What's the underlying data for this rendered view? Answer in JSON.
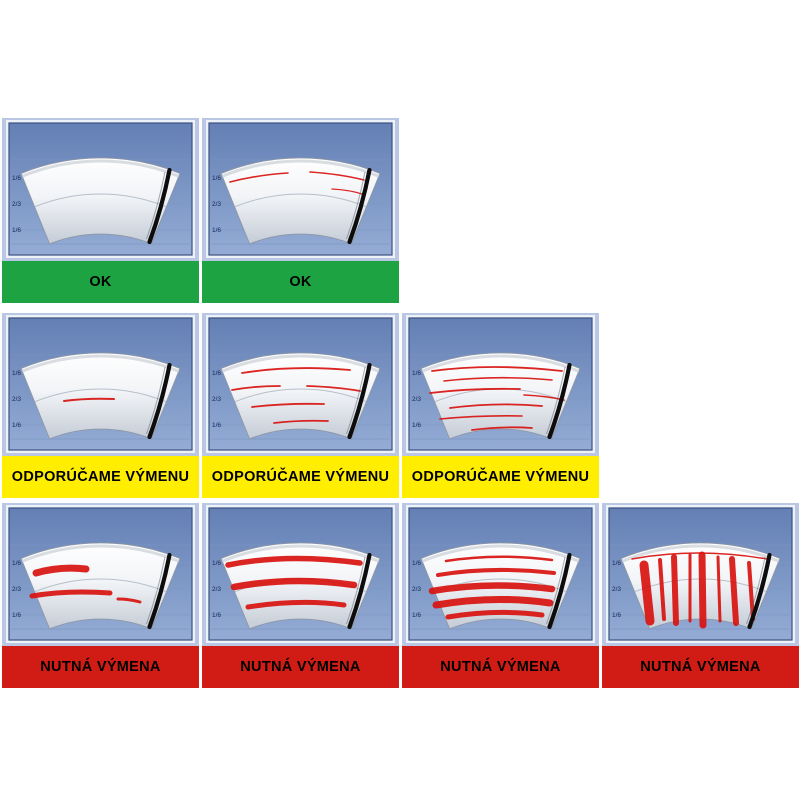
{
  "chart_title": "",
  "scale_labels": [
    "1/6",
    "2/3",
    "1/6"
  ],
  "statuses": {
    "ok": {
      "label": "OK",
      "color": "#1ea342"
    },
    "recommend": {
      "label": "ODPORÚČAME VÝMENU",
      "color": "#ffee00"
    },
    "required": {
      "label": "NUTNÁ VÝMENA",
      "color": "#d11c15"
    }
  },
  "cells": [
    {
      "row": 1,
      "col": 1,
      "status": "ok",
      "pattern": "clean"
    },
    {
      "row": 1,
      "col": 2,
      "status": "ok",
      "pattern": "trace"
    },
    {
      "row": 2,
      "col": 1,
      "status": "recommend",
      "pattern": "single-line"
    },
    {
      "row": 2,
      "col": 2,
      "status": "recommend",
      "pattern": "few-lines"
    },
    {
      "row": 2,
      "col": 3,
      "status": "recommend",
      "pattern": "many-lines"
    },
    {
      "row": 3,
      "col": 1,
      "status": "required",
      "pattern": "smear-light"
    },
    {
      "row": 3,
      "col": 2,
      "status": "required",
      "pattern": "smear-medium"
    },
    {
      "row": 3,
      "col": 3,
      "status": "required",
      "pattern": "smear-heavy"
    },
    {
      "row": 3,
      "col": 4,
      "status": "required",
      "pattern": "vertical-bleed"
    }
  ],
  "colors": {
    "panel_bg": "#b9c6e4",
    "screen_top": "#637fb4",
    "screen_bottom": "#94acd5",
    "screen_border": "#3d5180",
    "frame": "#edf1f8",
    "grid_line": "#7d97c3",
    "scale_text": "#13265a",
    "fan_light": "#ffffff",
    "fan_dark": "#c5ccd6",
    "fan_outline": "#8d97a6",
    "blade": "#0d0d0d",
    "streak": "#d8120f"
  }
}
